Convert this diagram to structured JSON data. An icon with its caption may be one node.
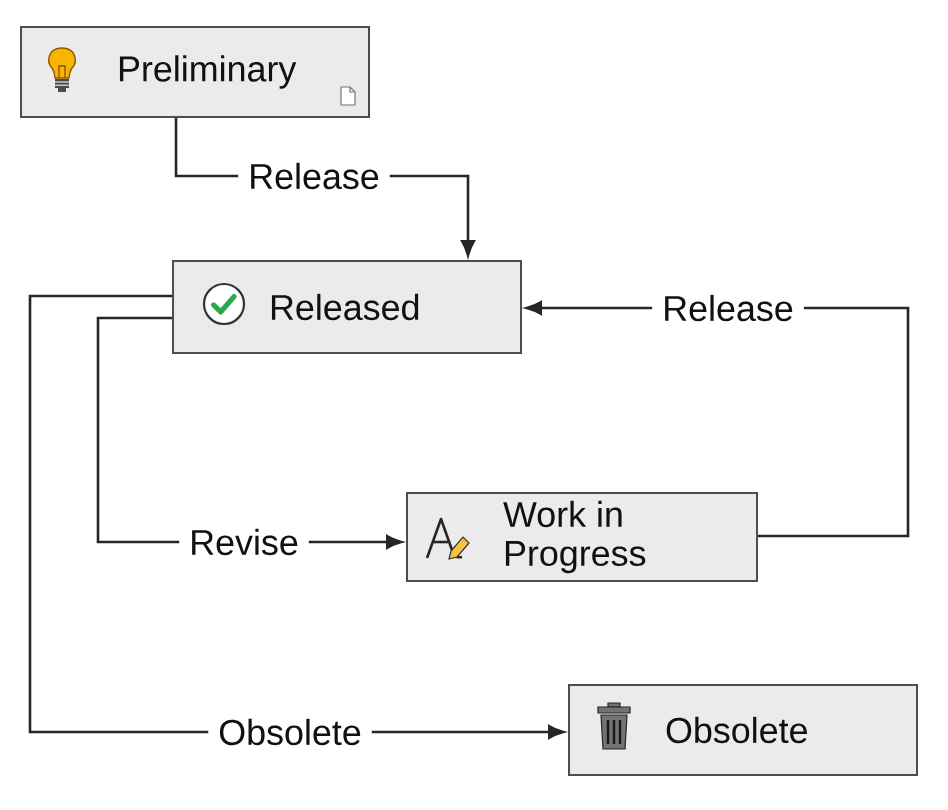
{
  "diagram": {
    "nodes": [
      {
        "text": [
          "Preliminary"
        ]
      },
      {
        "text": [
          "Released"
        ]
      },
      {
        "text": [
          "Work in Progress"
        ]
      },
      {
        "text": [
          "Obsolete"
        ]
      }
    ],
    "edges": [
      {
        "from": 0,
        "to": 1,
        "arrow": "to",
        "label": "Release"
      },
      {
        "from": 2,
        "to": 1,
        "arrow": "to",
        "label": "Release"
      },
      {
        "from": 1,
        "to": 2,
        "arrow": "to",
        "label": "Revise"
      },
      {
        "from": 1,
        "to": 3,
        "arrow": "to",
        "label": "Obsolete"
      }
    ]
  }
}
